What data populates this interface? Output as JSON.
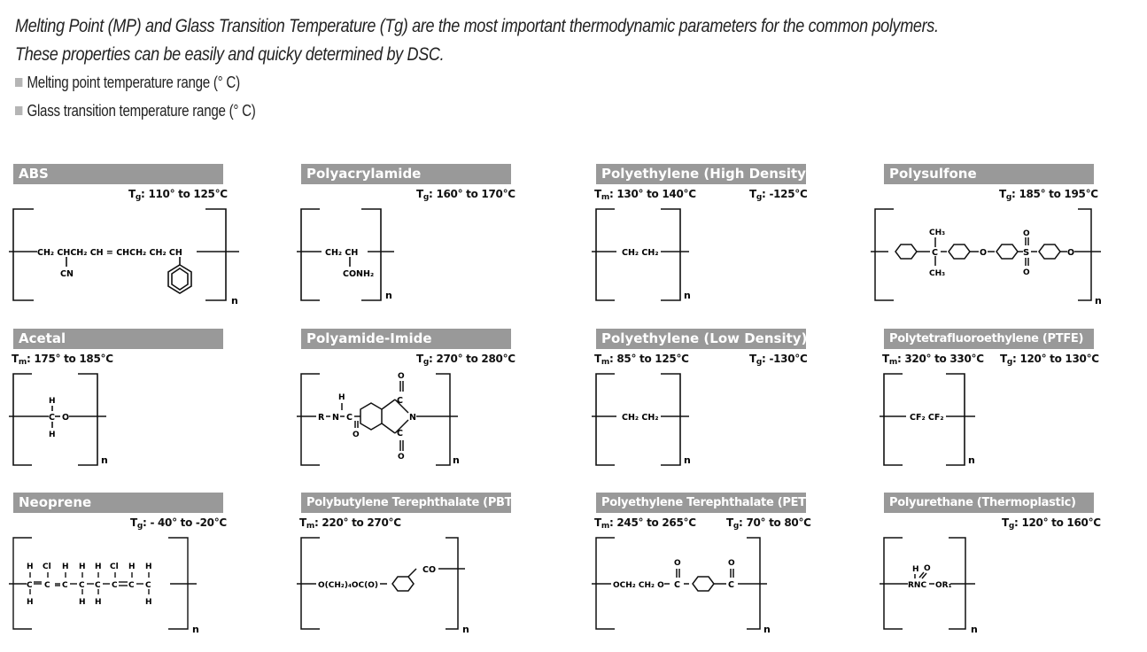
{
  "intro": {
    "line1": "Melting Point (MP) and Glass Transition Temperature (Tg) are the most important thermodynamic parameters for the common polymers.",
    "line2": "These properties can be easily and quicky determined by DSC."
  },
  "legend": [
    {
      "label": "Melting point temperature range (° C)",
      "color": "#b5b5b5"
    },
    {
      "label": "Glass transition temperature range (° C)",
      "color": "#b5b5b5"
    }
  ],
  "polymers": [
    {
      "name": "ABS",
      "tm": "",
      "tg": "110° to 125°C",
      "formula": [
        "CH₂ CHCH₂ CH = CHCH₂ CH₂ CH",
        "CN",
        "n"
      ]
    },
    {
      "name": "Polyacrylamide",
      "tm": "",
      "tg": "160° to 170°C",
      "formula": [
        "CH₂ CH",
        "CONH₂",
        "n"
      ]
    },
    {
      "name": "Polyethylene (High Density)",
      "tm": "130° to 140°C",
      "tg": "-125°C",
      "formula": [
        "CH₂ CH₂",
        "n"
      ]
    },
    {
      "name": "Polysulfone",
      "tm": "",
      "tg": "185° to 195°C",
      "formula": [
        "CH₃",
        "C",
        "CH₃",
        "O",
        "S",
        "O",
        "O",
        "O",
        "n"
      ]
    },
    {
      "name": "Acetal",
      "tm": "175° to 185°C",
      "tg": "",
      "formula": [
        "H",
        "C",
        "O",
        "H",
        "n"
      ]
    },
    {
      "name": "Polyamide-Imide",
      "tm": "",
      "tg": "270° to 280°C",
      "formula": [
        "R",
        "N",
        "C",
        "H",
        "O",
        "C",
        "O",
        "N",
        "C",
        "O",
        "n"
      ]
    },
    {
      "name": "Polyethylene (Low Density)",
      "tm": "85° to 125°C",
      "tg": "-130°C",
      "formula": [
        "CH₂ CH₂",
        "n"
      ]
    },
    {
      "name": "Polytetrafluoroethylene (PTFE)",
      "tm": "320° to 330°C",
      "tg": "120° to 130°C",
      "formula": [
        "CF₂ CF₂",
        "n"
      ]
    },
    {
      "name": "Neoprene",
      "tm": "",
      "tg": "- 40° to -20°C",
      "formula": [
        "H",
        "Cl",
        "H",
        "H",
        "H",
        "Cl",
        "H",
        "H",
        "C",
        "n"
      ]
    },
    {
      "name": "Polybutylene Terephthalate (PBT)",
      "tm": "220° to 270°C",
      "tg": "",
      "formula": [
        "O(CH₂)₄OC(O)",
        "CO",
        "n"
      ]
    },
    {
      "name": "Polyethylene Terephthalate (PET)",
      "tm": "245° to 265°C",
      "tg": "70° to 80°C",
      "formula": [
        "OCH₂ CH₂ O",
        "C",
        "O",
        "C",
        "O",
        "n"
      ]
    },
    {
      "name": "Polyurethane (Thermoplastic)",
      "tm": "",
      "tg": "120° to 160°C",
      "formula": [
        "H",
        "O",
        "RNC",
        "OR₁",
        "n"
      ]
    }
  ]
}
